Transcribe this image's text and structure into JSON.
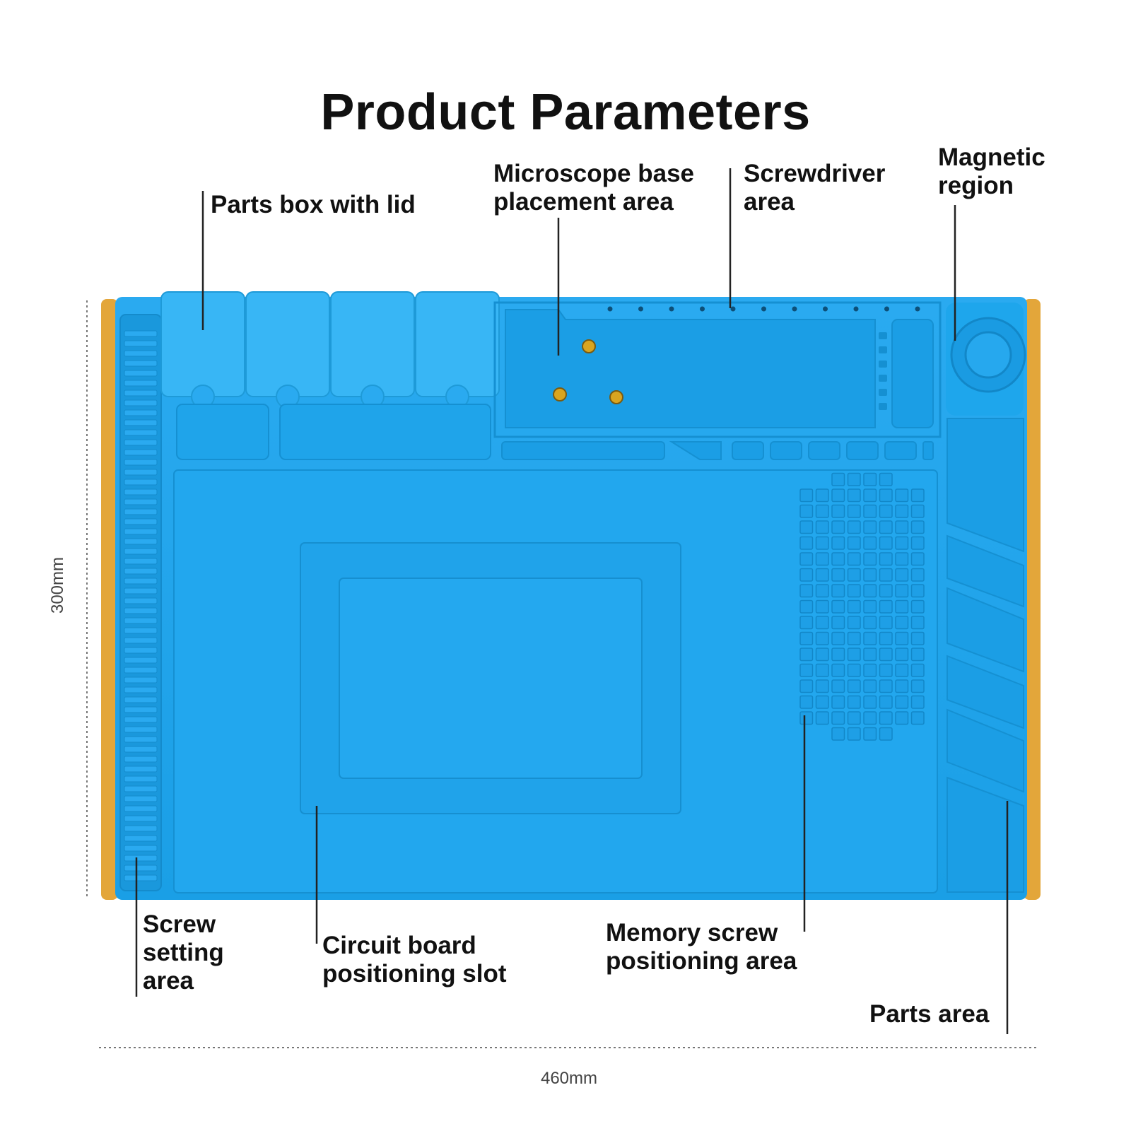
{
  "title": "Product Parameters",
  "labels": {
    "parts_box": "Parts box with lid",
    "microscope": "Microscope base\nplacement area",
    "screwdriver": "Screwdriver\narea",
    "magnetic": "Magnetic\nregion",
    "screw_setting": "Screw\nsetting\narea",
    "circuit_board": "Circuit board\npositioning slot",
    "memory_screw": "Memory screw\npositioning area",
    "parts_area": "Parts area"
  },
  "dimensions": {
    "height": "300mm",
    "width": "460mm"
  },
  "colors": {
    "mat": "#1ea6ec",
    "mat_dark": "#1190d4",
    "mat_light": "#3bb8f4",
    "edge": "#e3a63a",
    "screw": "#d9a520"
  }
}
